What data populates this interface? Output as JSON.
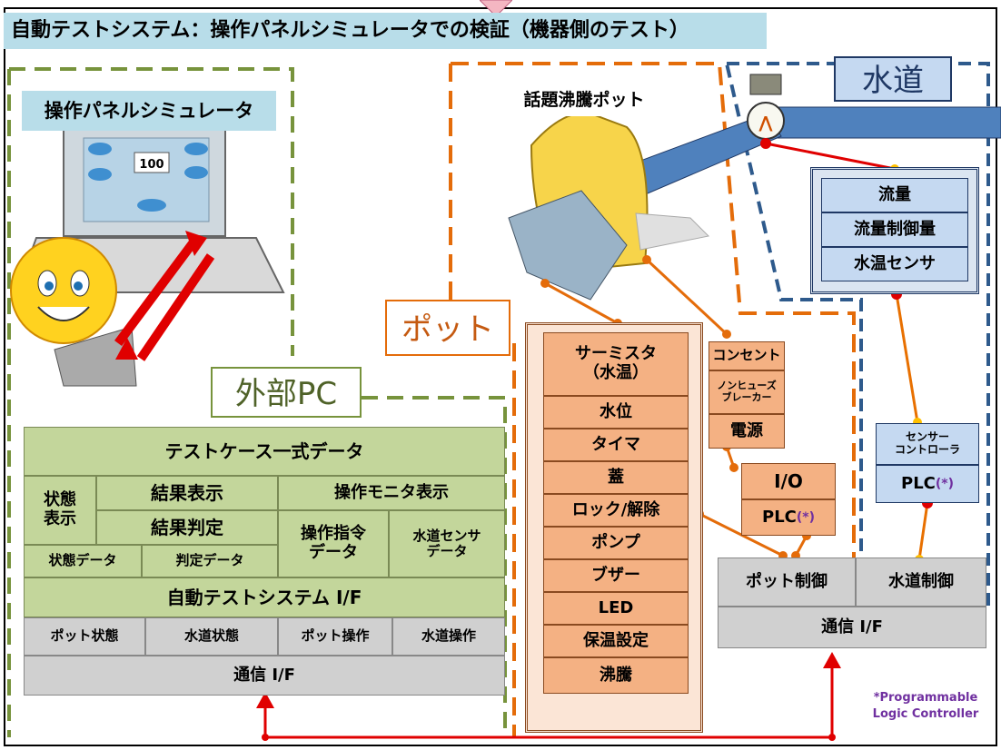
{
  "title": "自動テストシステム：操作パネルシミュレータでの検証（機器側のテスト）",
  "panel_sim": {
    "label": "操作パネルシミュレータ",
    "screen_value": "100"
  },
  "external_pc": {
    "label": "外部PC",
    "test_cases": "テストケース一式データ",
    "status_display": "状態\n表示",
    "result_display": "結果表示",
    "op_monitor": "操作モニタ表示",
    "result_judge": "結果判定",
    "op_command": "操作指令\nデータ",
    "water_sensor_data": "水道センサ\nデータ",
    "status_data": "状態データ",
    "judge_data": "判定データ",
    "auto_if": "自動テストシステム I/F",
    "pot_status": "ポット状態",
    "water_status": "水道状態",
    "pot_op": "ポット操作",
    "water_op": "水道操作",
    "comm_if": "通信 I/F"
  },
  "pot": {
    "label": "ポット",
    "kettle_label": "話題沸騰ポット",
    "items": [
      "サーミスタ\n（水温）",
      "水位",
      "タイマ",
      "蓋",
      "ロック/解除",
      "ポンプ",
      "ブザー",
      "LED",
      "保温設定",
      "沸騰"
    ],
    "outlet": "コンセント",
    "breaker": "ノンヒューズ\nブレーカー",
    "power": "電源",
    "io": "I/O",
    "plc": "PLC",
    "plc_mark": "(*)"
  },
  "water": {
    "label": "水道",
    "items": [
      "流量",
      "流量制御量",
      "水温センサ"
    ],
    "sensor_ctrl": "センサー\nコントローラ",
    "plc": "PLC",
    "plc_mark": "(*)"
  },
  "device": {
    "pot_control": "ポット制御",
    "water_control": "水道制御",
    "comm_if": "通信 I/F"
  },
  "footnote": "*Programmable\nLogic Controller",
  "colors": {
    "green_dash": "#77933c",
    "orange_dash": "#e46c0a",
    "blue_dash": "#2e5a8c",
    "connector_red": "#ff0000",
    "connector_orange": "#e46c0a",
    "plc_mark": "#7030a0",
    "footnote": "#7030a0"
  }
}
